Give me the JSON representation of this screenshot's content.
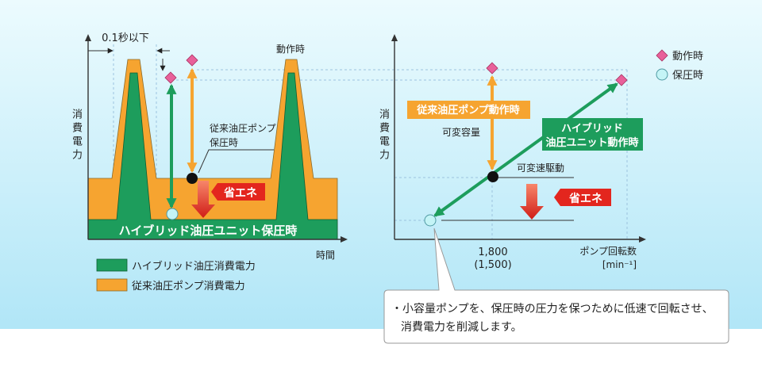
{
  "colors": {
    "conventional_orange": "#f6a430",
    "hybrid_green": "#1d9d5c",
    "savings_red": "#e3261e",
    "operating_pink": "#e8609a",
    "holding_cyan": "#c4f4f6",
    "dot_black": "#111111"
  },
  "left_chart": {
    "y_axis_label": "消費電力",
    "x_axis_label": "時間",
    "duration_label": "0.1秒以下",
    "operating_label": "動作時",
    "conventional_holding_label": [
      "従来油圧ポンプ",
      "保圧時"
    ],
    "savings_label": "省エネ",
    "hybrid_holding_band_label": "ハイブリッド油圧ユニット保圧時"
  },
  "legend_left": [
    {
      "label": "ハイブリッド油圧消費電力",
      "color": "#1d9d5c"
    },
    {
      "label": "従来油圧ポンプ消費電力",
      "color": "#f6a430"
    }
  ],
  "right_chart": {
    "y_axis_label": "消費電力",
    "x_axis_label": "ポンプ回転数",
    "x_axis_unit": "[min⁻¹]",
    "x_tick": "1,800",
    "x_tick_alt": "(1,500)",
    "conventional_operating_label": "従来油圧ポンプ動作時",
    "variable_displacement_label": "可変容量",
    "hybrid_operating_label": [
      "ハイブリッド",
      "油圧ユニット動作時"
    ],
    "variable_speed_label": "可変速駆動",
    "savings_label": "省エネ"
  },
  "legend_right": [
    {
      "icon": "pink-diamond-icon",
      "label": "動作時"
    },
    {
      "icon": "cyan-circle-icon",
      "label": "保圧時"
    }
  ],
  "callout": {
    "lines": [
      "・小容量ポンプを、保圧時の圧力を保つために低速で回転させ、",
      "消費電力を削減します。"
    ]
  }
}
